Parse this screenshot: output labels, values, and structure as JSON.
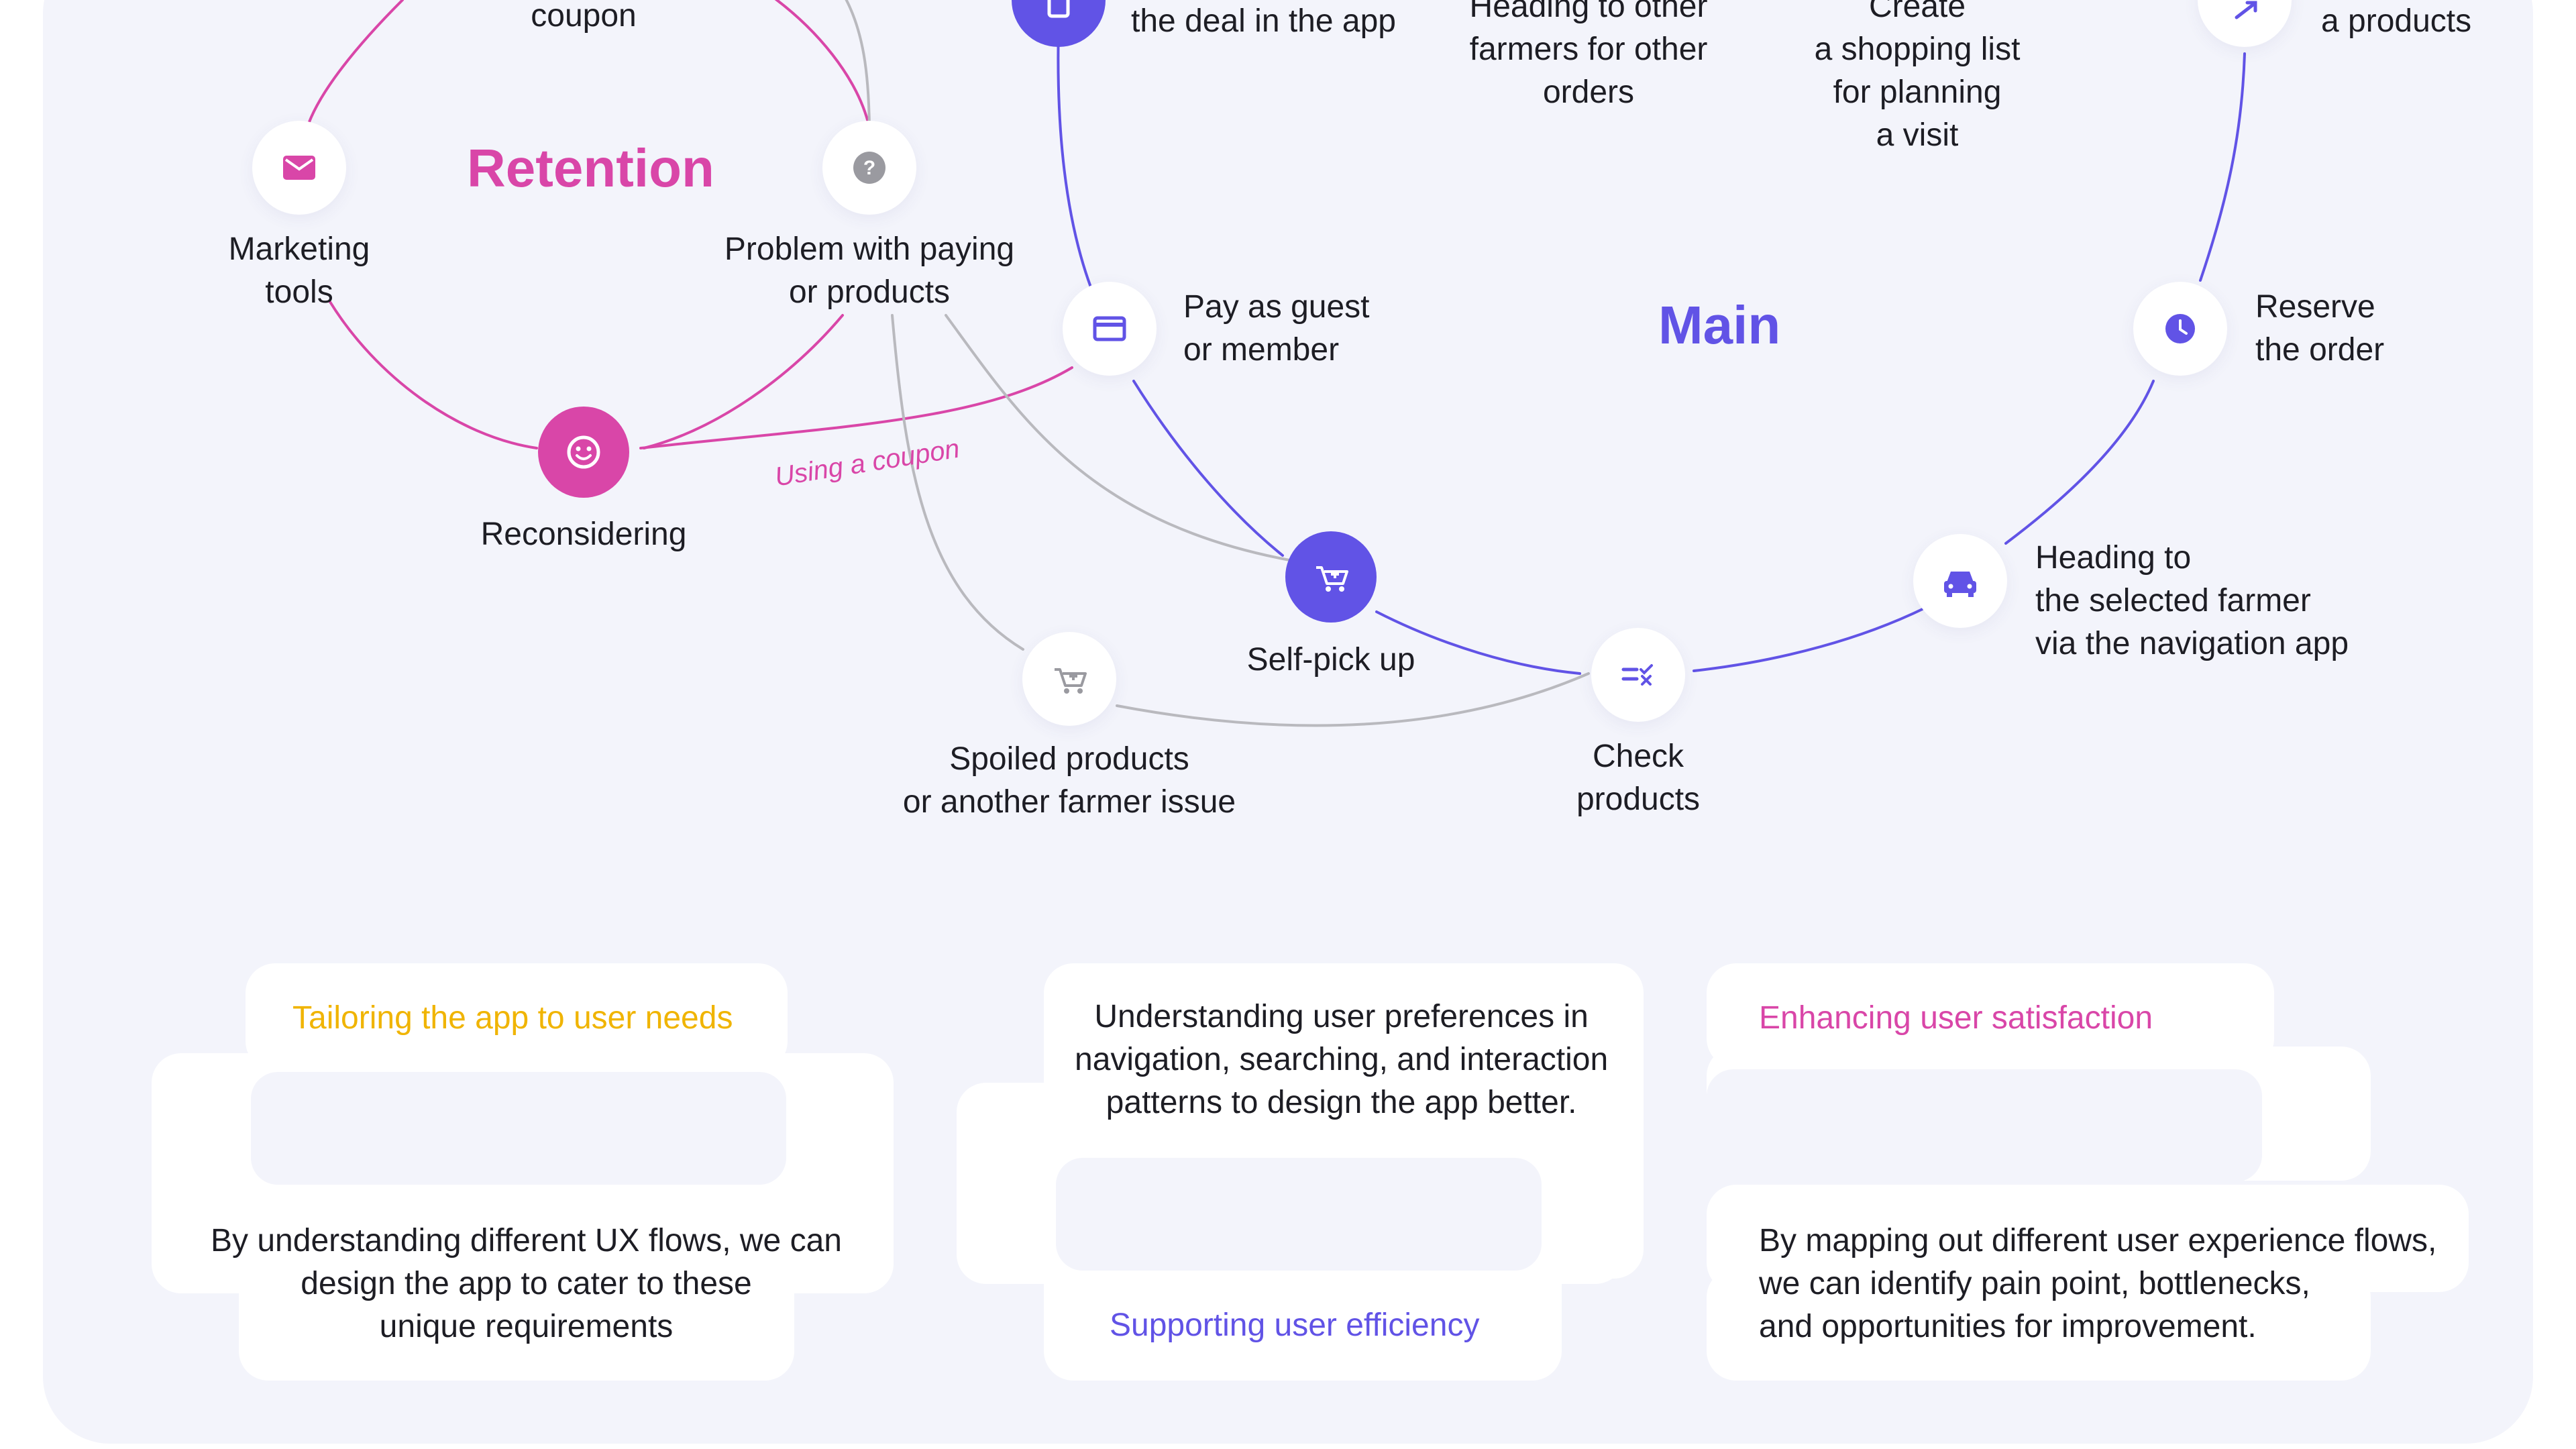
{
  "colors": {
    "pink": "#d946a8",
    "purple": "#6153e6",
    "grey": "#b9b9be",
    "gold": "#f0b400",
    "panel_bg": "#f3f4fb"
  },
  "diagram": {
    "retention_title": "Retention",
    "main_title": "Main",
    "edge_label_coupon": "Using a coupon",
    "nodes": {
      "coupon": "coupon",
      "marketing_tools": "Marketing\ntools",
      "problem_paying": "Problem with paying\nor products",
      "reconsidering": "Reconsidering",
      "deal_in_app": "the deal in the app",
      "pay_guest": "Pay as guest\nor member",
      "self_pick_up": "Self-pick up",
      "spoiled_products": "Spoiled products\nor another farmer issue",
      "check_products": "Check\nproducts",
      "heading_other_farmers": "Heading to other\nfarmers for other\norders",
      "shopping_list": "Create\na shopping list\nfor planning\na visit",
      "a_products": "a products",
      "reserve_order": "Reserve\nthe order",
      "heading_selected_farmer": "Heading to\nthe selected farmer\nvia the navigation app"
    },
    "icons": {
      "marketing_tools": "mail-icon",
      "problem_paying": "question-icon",
      "reconsidering": "smile-icon",
      "deal_in_app": "phone-icon",
      "pay_guest": "credit-card-icon",
      "self_pick_up": "cart-add-icon",
      "spoiled_products": "cart-add-icon",
      "check_products": "checklist-icon",
      "a_products": "arrow-icon",
      "reserve_order": "clock-icon",
      "heading_selected_farmer": "car-icon"
    }
  },
  "cards": [
    {
      "title": "Tailoring the app to user needs",
      "text": "By understanding different UX flows, we can\ndesign the app to cater to these\nunique requirements"
    },
    {
      "title": "Supporting user efficiency",
      "text": "Understanding user preferences in\nnavigation, searching, and interaction\npatterns to design the app better."
    },
    {
      "title": "Enhancing user satisfaction",
      "text": "By mapping out different user experience flows,\nwe can identify pain point, bottlenecks,\nand opportunities for improvement."
    }
  ]
}
